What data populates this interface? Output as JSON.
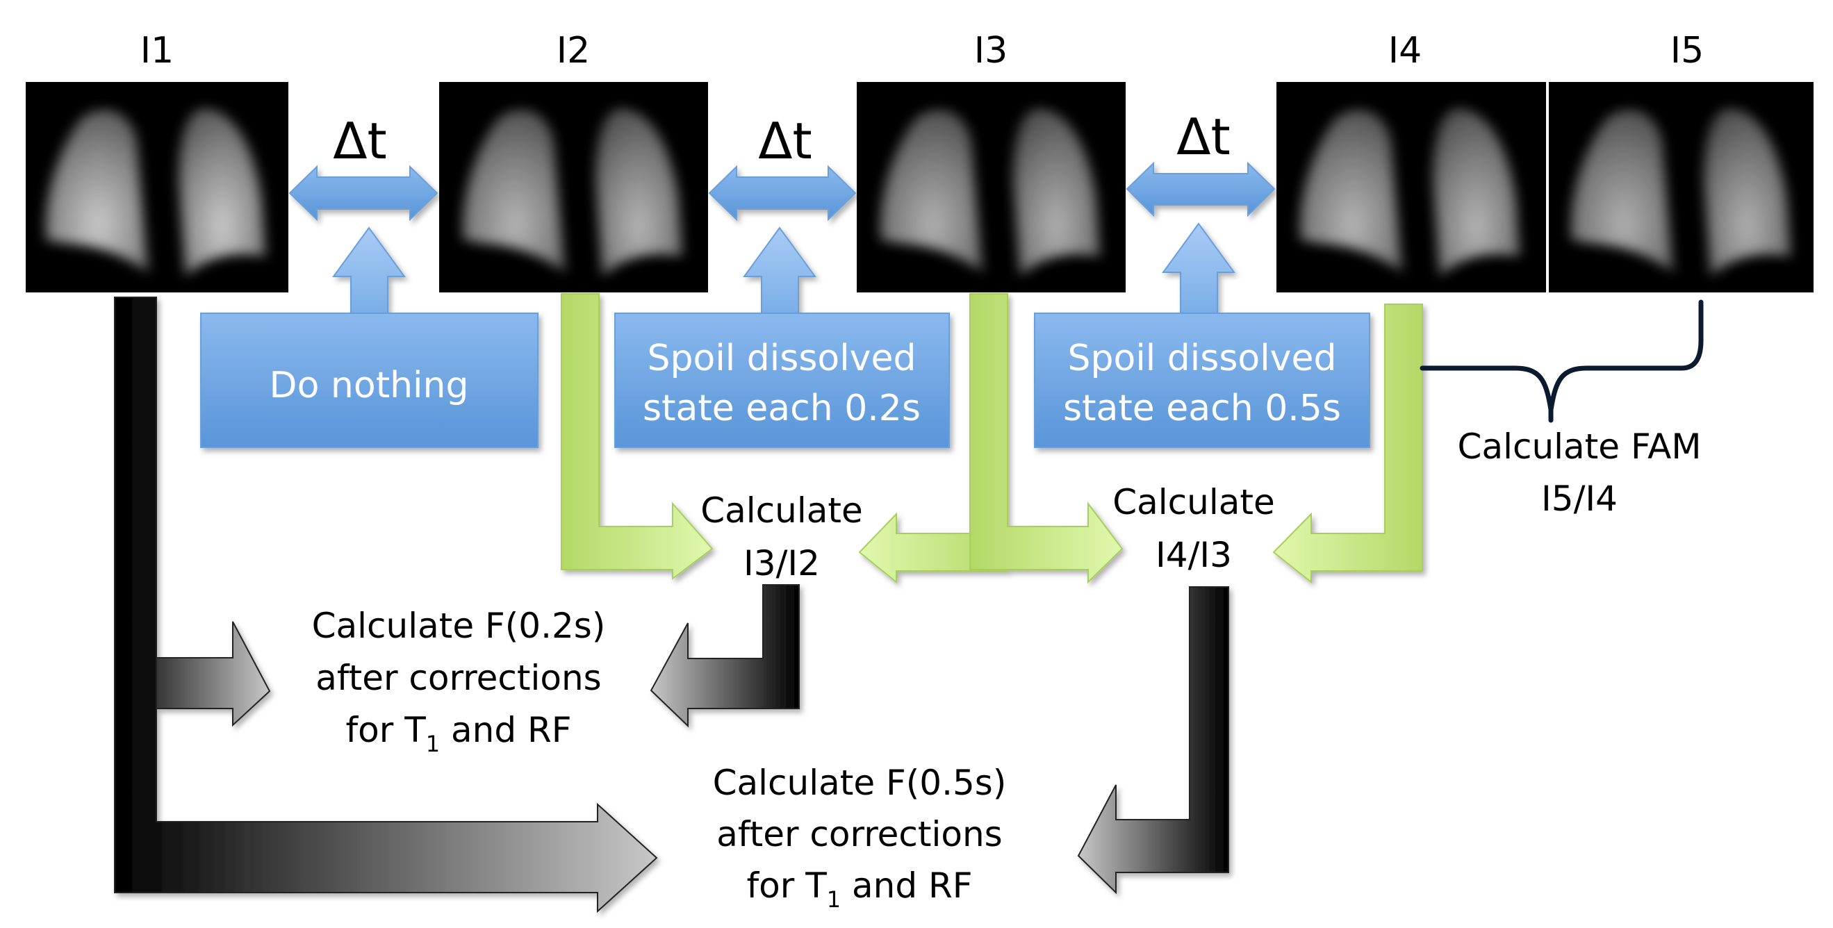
{
  "images": [
    {
      "id": "I1",
      "label": "I1"
    },
    {
      "id": "I2",
      "label": "I2"
    },
    {
      "id": "I3",
      "label": "I3"
    },
    {
      "id": "I4",
      "label": "I4"
    },
    {
      "id": "I5",
      "label": "I5"
    }
  ],
  "intervals": [
    {
      "symbol": "Δt",
      "action": [
        "Do nothing"
      ]
    },
    {
      "symbol": "Δt",
      "action": [
        "Spoil dissolved",
        "state each 0.2s"
      ]
    },
    {
      "symbol": "Δt",
      "action": [
        "Spoil dissolved",
        "state each 0.5s"
      ]
    }
  ],
  "ratios": {
    "r32": [
      "Calculate",
      "I3/I2"
    ],
    "r43": [
      "Calculate",
      "I4/I3"
    ],
    "fam": [
      "Calculate FAM",
      "I5/I4"
    ]
  },
  "results": {
    "f02": {
      "line1": "Calculate F(0.2s)",
      "line2": "after corrections",
      "line3_pre": "for T",
      "line3_sub": "1",
      "line3_post": " and RF"
    },
    "f05": {
      "line1": "Calculate F(0.5s)",
      "line2": "after corrections",
      "line3_pre": "for T",
      "line3_sub": "1",
      "line3_post": " and RF"
    }
  },
  "colors": {
    "blue": "#6fa5e6",
    "blue_light": "#a8cbf5",
    "green": "#b4d867",
    "green_light": "#dcf5a8",
    "black": "#000000",
    "grey_light": "#c4c4c4",
    "brace": "#0c1a30"
  }
}
